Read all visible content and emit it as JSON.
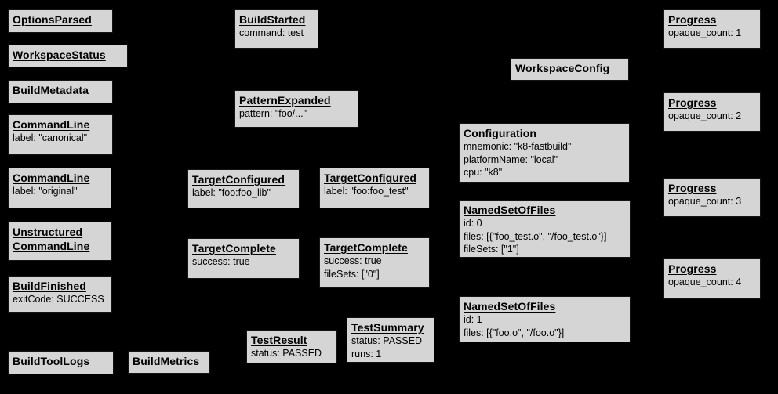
{
  "diagram": {
    "background_color": "#000000",
    "node_fill_color": "#d5d5d5",
    "node_border_color": "#141414",
    "text_color": "#000000"
  },
  "nodes": [
    {
      "title": "OptionsParsed",
      "lines": []
    },
    {
      "title": "WorkspaceStatus",
      "lines": []
    },
    {
      "title": "BuildMetadata",
      "lines": []
    },
    {
      "title": "CommandLine",
      "lines": [
        "label: \"canonical\""
      ]
    },
    {
      "title": "CommandLine",
      "lines": [
        "label: \"original\""
      ]
    },
    {
      "title": "Unstructured\nCommandLine",
      "lines": []
    },
    {
      "title": "BuildFinished",
      "lines": [
        "exitCode: SUCCESS"
      ]
    },
    {
      "title": "BuildToolLogs",
      "lines": []
    },
    {
      "title": "BuildMetrics",
      "lines": []
    },
    {
      "title": "BuildStarted",
      "lines": [
        "command: test"
      ]
    },
    {
      "title": "PatternExpanded",
      "lines": [
        "pattern: \"foo/...\""
      ]
    },
    {
      "title": "TargetConfigured",
      "lines": [
        "label: \"foo:foo_lib\""
      ]
    },
    {
      "title": "TargetConfigured",
      "lines": [
        "label: \"foo:foo_test\""
      ]
    },
    {
      "title": "TargetComplete",
      "lines": [
        "success: true"
      ]
    },
    {
      "title": "TargetComplete",
      "lines": [
        "success: true",
        "fileSets: [\"0\"]"
      ]
    },
    {
      "title": "TestResult",
      "lines": [
        "status: PASSED"
      ]
    },
    {
      "title": "TestSummary",
      "lines": [
        "status: PASSED",
        "runs: 1"
      ]
    },
    {
      "title": "WorkspaceConfig",
      "lines": []
    },
    {
      "title": "Configuration",
      "lines": [
        "mnemonic: \"k8-fastbuild\"",
        "platformName: \"local\"",
        "cpu: \"k8\""
      ]
    },
    {
      "title": "NamedSetOfFiles",
      "lines": [
        "id: 0",
        "files: [{\"foo_test.o\", \"/foo_test.o\"}]",
        "fileSets: [\"1\"]"
      ]
    },
    {
      "title": "NamedSetOfFiles",
      "lines": [
        "id: 1",
        "files: [{\"foo.o\", \"/foo.o\"}]"
      ]
    },
    {
      "title": "Progress",
      "lines": [
        "opaque_count: 1"
      ]
    },
    {
      "title": "Progress",
      "lines": [
        "opaque_count: 2"
      ]
    },
    {
      "title": "Progress",
      "lines": [
        "opaque_count: 3"
      ]
    },
    {
      "title": "Progress",
      "lines": [
        "opaque_count: 4"
      ]
    }
  ]
}
